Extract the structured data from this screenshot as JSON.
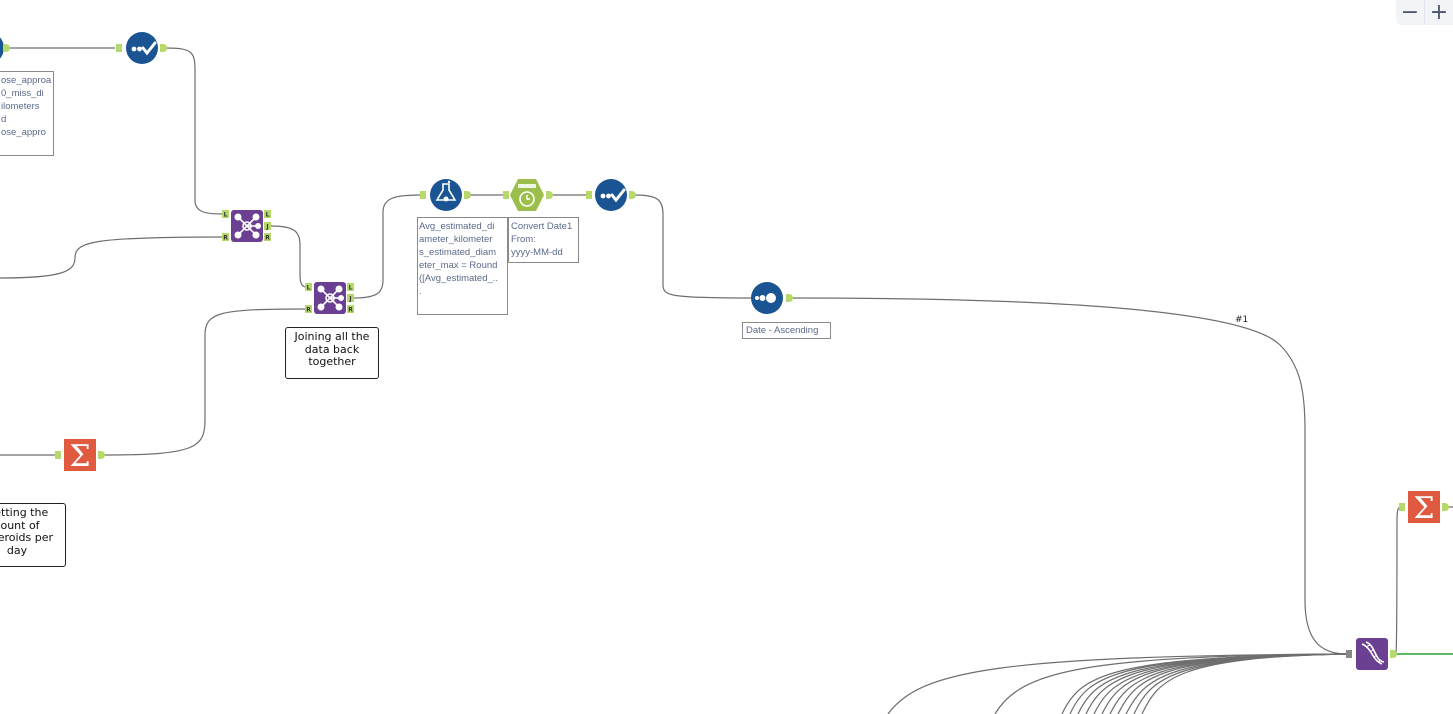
{
  "canvas": {
    "connection_label": "#1",
    "colors": {
      "select_blue": "#1a5493",
      "join_purple": "#6b3f91",
      "summarize_orange": "#e05a3f",
      "datetime_green": "#9bbf4a",
      "anchor_green": "#b5d96a",
      "connection_gray": "#6e6e6e",
      "output_green": "#2aa336"
    }
  },
  "annotations": {
    "select_top": "ose_approa\n0_miss_di\nilometers\nd\nose_appro",
    "formula": "Avg_estimated_di\nameter_kilometer\ns_estimated_diam\neter_max = Round\n([Avg_estimated_..\n.",
    "datetime": "Convert Date1\nFrom:\nyyyy-MM-dd",
    "sort": "Date - Ascending"
  },
  "comments": {
    "join": "Joining all the data back together",
    "count": "Getting the count of asteroids per day"
  },
  "join_anchors": {
    "left": "L",
    "join": "J",
    "right": "R"
  },
  "zoom_controls": {
    "zoom_out": "−",
    "zoom_in": "+"
  },
  "tools": [
    {
      "name": "select-tool-1",
      "icon": "select-check-icon"
    },
    {
      "name": "join-tool-1",
      "icon": "join-icon"
    },
    {
      "name": "join-tool-2",
      "icon": "join-icon"
    },
    {
      "name": "summarize-tool-1",
      "icon": "sigma-icon"
    },
    {
      "name": "formula-tool",
      "icon": "flask-icon"
    },
    {
      "name": "datetime-tool",
      "icon": "clock-icon"
    },
    {
      "name": "select-tool-2",
      "icon": "select-check-icon"
    },
    {
      "name": "sort-tool",
      "icon": "sort-icon"
    },
    {
      "name": "union-tool",
      "icon": "dna-icon"
    },
    {
      "name": "summarize-tool-2",
      "icon": "sigma-icon"
    }
  ]
}
